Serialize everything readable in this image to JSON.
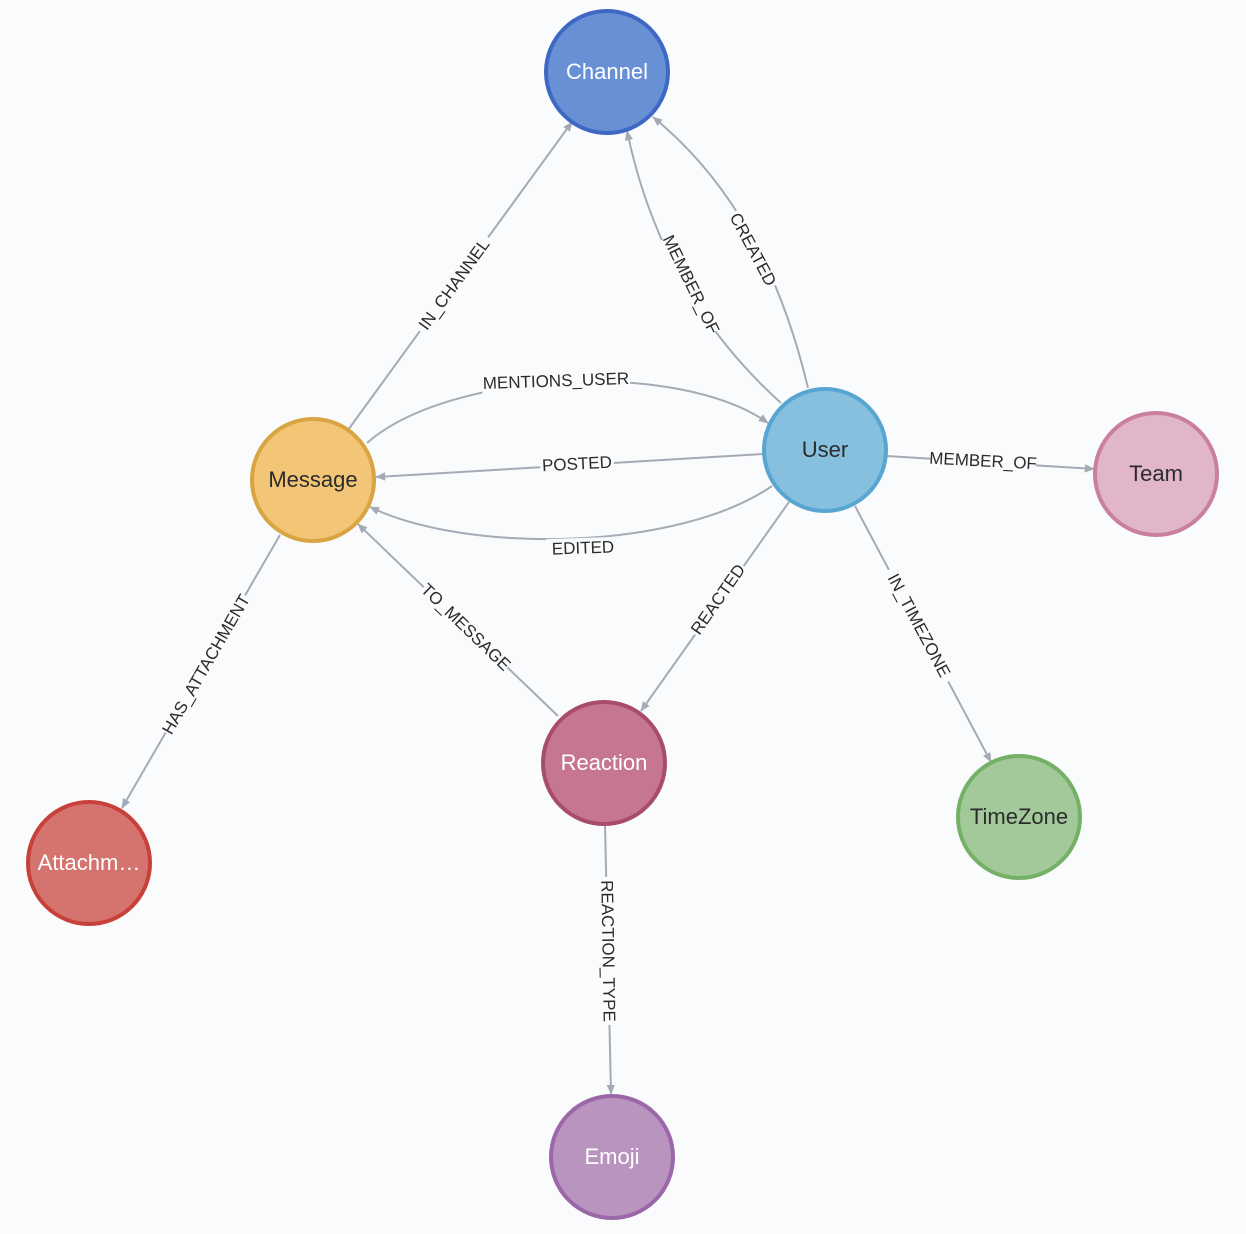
{
  "nodes": [
    {
      "id": "channel",
      "label": "Channel",
      "fill": "#6890d4",
      "stroke": "#3f68c4",
      "text_color": "#ffffff"
    },
    {
      "id": "message",
      "label": "Message",
      "fill": "#f2c676",
      "stroke": "#d9a442",
      "text_color": "#2b2b2b"
    },
    {
      "id": "user",
      "label": "User",
      "fill": "#87c0de",
      "stroke": "#58a5d2",
      "text_color": "#2b2b2b"
    },
    {
      "id": "team",
      "label": "Team",
      "fill": "#e0b6c8",
      "stroke": "#c97f9e",
      "text_color": "#2b2b2b"
    },
    {
      "id": "attachment",
      "label": "Attachm…",
      "fill": "#d5736f",
      "stroke": "#c8403a",
      "text_color": "#ffffff"
    },
    {
      "id": "reaction",
      "label": "Reaction",
      "fill": "#c6778f",
      "stroke": "#a84b6c",
      "text_color": "#ffffff"
    },
    {
      "id": "timezone",
      "label": "TimeZone",
      "fill": "#a3c99b",
      "stroke": "#74b065",
      "text_color": "#2b2b2b"
    },
    {
      "id": "emoji",
      "label": "Emoji",
      "fill": "#b994bf",
      "stroke": "#9b67a8",
      "text_color": "#ffffff"
    }
  ],
  "edges": [
    {
      "id": "in-channel",
      "label": "IN_CHANNEL",
      "from": "message",
      "to": "channel"
    },
    {
      "id": "member-of-channel",
      "label": "MEMBER_OF",
      "from": "user",
      "to": "channel"
    },
    {
      "id": "created",
      "label": "CREATED",
      "from": "user",
      "to": "channel"
    },
    {
      "id": "mentions-user",
      "label": "MENTIONS_USER",
      "from": "message",
      "to": "user"
    },
    {
      "id": "posted",
      "label": "POSTED",
      "from": "user",
      "to": "message"
    },
    {
      "id": "edited",
      "label": "EDITED",
      "from": "user",
      "to": "message"
    },
    {
      "id": "member-of-team",
      "label": "MEMBER_OF",
      "from": "user",
      "to": "team"
    },
    {
      "id": "has-attachment",
      "label": "HAS_ATTACHMENT",
      "from": "message",
      "to": "attachment"
    },
    {
      "id": "to-message",
      "label": "TO_MESSAGE",
      "from": "reaction",
      "to": "message"
    },
    {
      "id": "reacted",
      "label": "REACTED",
      "from": "user",
      "to": "reaction"
    },
    {
      "id": "in-timezone",
      "label": "IN_TIMEZONE",
      "from": "user",
      "to": "timezone"
    },
    {
      "id": "reaction-type",
      "label": "REACTION_TYPE",
      "from": "reaction",
      "to": "emoji"
    }
  ],
  "colors": {
    "edge": "#a5abb6",
    "edge_label": "#2b2b2b",
    "background": "#fafbfc"
  }
}
